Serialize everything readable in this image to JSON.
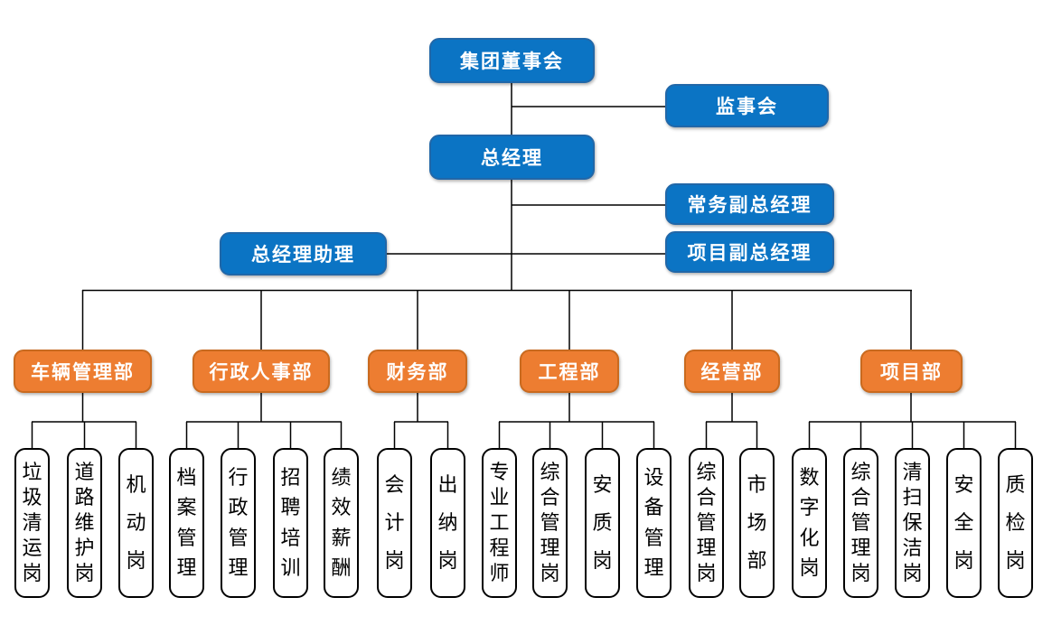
{
  "diagram": {
    "type": "org-chart",
    "colors": {
      "executive_blue": "#0b74c4",
      "department_orange": "#ed7d31",
      "post_background": "#ffffff",
      "connector_line": "#000000"
    },
    "nodes": {
      "board": "集团董事会",
      "supervisory": "监事会",
      "gm": "总经理",
      "exec_deputy_gm": "常务副总经理",
      "gm_assistant": "总经理助理",
      "project_deputy_gm": "项目副总经理"
    },
    "departments": [
      {
        "label": "车辆管理部",
        "children": [
          "垃圾清运岗",
          "道路维护岗",
          "机动岗"
        ]
      },
      {
        "label": "行政人事部",
        "children": [
          "档案管理",
          "行政管理",
          "招聘培训",
          "绩效薪酬"
        ]
      },
      {
        "label": "财务部",
        "children": [
          "会计岗",
          "出纳岗"
        ]
      },
      {
        "label": "工程部",
        "children": [
          "专业工程师",
          "综合管理岗",
          "安质岗",
          "设备管理"
        ]
      },
      {
        "label": "经营部",
        "children": [
          "综合管理岗",
          "市场部"
        ]
      },
      {
        "label": "项目部",
        "children": [
          "数字化岗",
          "综合管理岗",
          "清扫保洁岗",
          "安全岗",
          "质检岗"
        ]
      }
    ]
  }
}
